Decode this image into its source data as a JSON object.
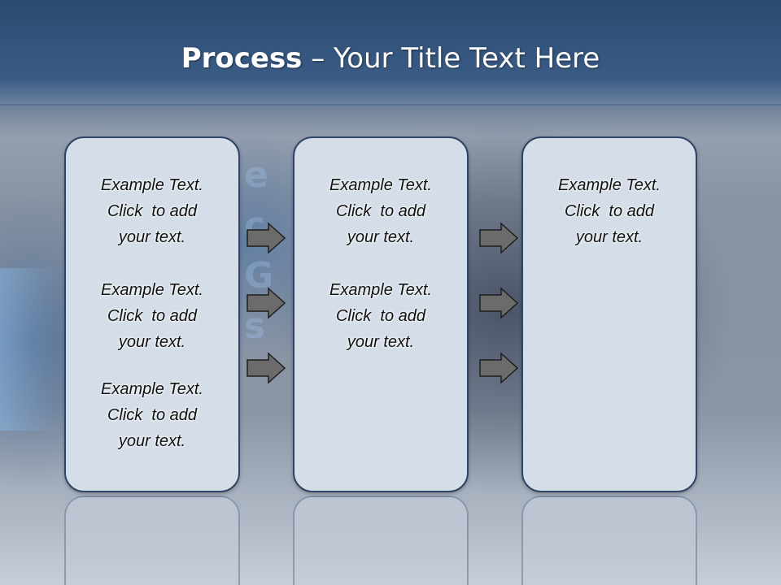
{
  "slide": {
    "title_bold": "Process",
    "title_rest": "– Your Title Text Here"
  },
  "columns": [
    {
      "items": [
        {
          "line1": "Example Text.",
          "line2": "Click  to add",
          "line3": "your text."
        },
        {
          "line1": "Example Text.",
          "line2": "Click  to add",
          "line3": "your text."
        },
        {
          "line1": "Example Text.",
          "line2": "Click  to add",
          "line3": "your text."
        }
      ]
    },
    {
      "items": [
        {
          "line1": "Example Text.",
          "line2": "Click  to add",
          "line3": "your text."
        },
        {
          "line1": "Example Text.",
          "line2": "Click  to add",
          "line3": "your text."
        }
      ]
    },
    {
      "items": [
        {
          "line1": "Example Text.",
          "line2": "Click  to add",
          "line3": "your text."
        }
      ]
    }
  ],
  "colors": {
    "header": "#2b4a70",
    "box_fill": "#d4dde8",
    "box_border": "#2f4565",
    "arrow_fill": "#6b6b6b"
  },
  "icons": [
    "arrow-right-icon"
  ]
}
